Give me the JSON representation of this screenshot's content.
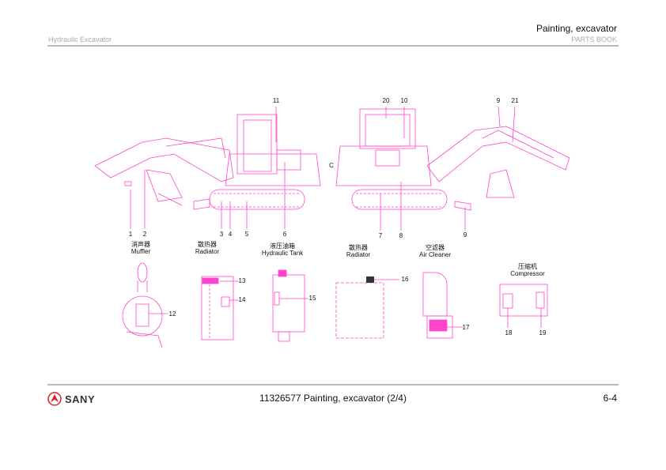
{
  "header": {
    "title": "Painting, excavator",
    "left": "Hydraulic Excavator",
    "right": "PARTS BOOK"
  },
  "footer": {
    "brand": "SANY",
    "document": "11326577 Painting, excavator (2/4)",
    "page": "6-4"
  },
  "drawing": {
    "callouts": {
      "n1": "1",
      "n2": "2",
      "n3": "3",
      "n4": "4",
      "n5": "5",
      "n6": "6",
      "n7": "7",
      "n8": "8",
      "n9a": "9",
      "n9b": "9",
      "n10": "10",
      "n11": "11",
      "n12": "12",
      "n13": "13",
      "n14": "14",
      "n15": "15",
      "n16": "16",
      "n17": "17",
      "n18": "18",
      "n19": "19",
      "n20": "20",
      "n21": "21",
      "c": "C"
    },
    "labels": {
      "muffler": {
        "cn": "消声器",
        "en": "Muffler"
      },
      "radiator_left": {
        "cn": "散热器",
        "en": "Radiator"
      },
      "hydraulic_tank": {
        "cn": "液压油箱",
        "en": "Hydraulic Tank"
      },
      "radiator_right": {
        "cn": "散热器",
        "en": "Radiator"
      },
      "air_cleaner": {
        "cn": "空滤器",
        "en": "Air Cleaner"
      },
      "compressor": {
        "cn": "压缩机",
        "en": "Compressor"
      }
    }
  },
  "colors": {
    "line": "#ff33cc",
    "brand": "#d9232a"
  }
}
